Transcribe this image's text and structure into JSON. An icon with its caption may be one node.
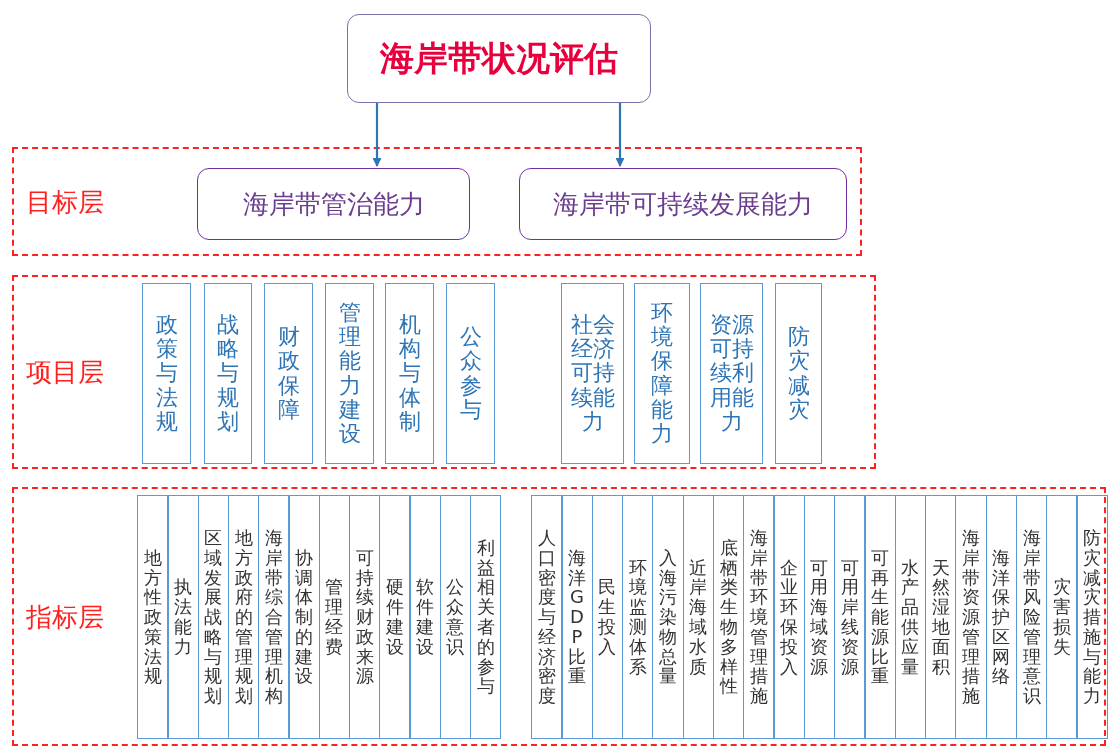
{
  "diagram": {
    "nodes": [
      {
        "text": [
          "海岸带状况评估"
        ]
      },
      {
        "text": [
          "目标层"
        ]
      },
      {
        "text": [
          "海岸带管治能力"
        ],
        "in": 1
      },
      {
        "text": [
          "海岸带可持续发展能力"
        ],
        "in": 1
      },
      {
        "text": [
          "项目层"
        ]
      },
      {
        "text": [
          "政策与法规"
        ],
        "in": 4
      },
      {
        "text": [
          "战略与规划"
        ],
        "in": 4
      },
      {
        "text": [
          "财政保障"
        ],
        "in": 4
      },
      {
        "text": [
          "管理能力建设"
        ],
        "in": 4
      },
      {
        "text": [
          "机构与体制"
        ],
        "in": 4
      },
      {
        "text": [
          "公众参与"
        ],
        "in": 4
      },
      {
        "text": [
          "社会经济可持续能力"
        ],
        "in": 4
      },
      {
        "text": [
          "环境保障能力"
        ],
        "in": 4
      },
      {
        "text": [
          "资源可持续利用能力"
        ],
        "in": 4
      },
      {
        "text": [
          "防灾减灾"
        ],
        "in": 4
      },
      {
        "text": [
          "指标层"
        ]
      },
      {
        "text": [
          "地方性政策法规"
        ],
        "in": 15
      },
      {
        "text": [
          "执法能力"
        ],
        "in": 15
      },
      {
        "text": [
          "区域发展战略与规划"
        ],
        "in": 15
      },
      {
        "text": [
          "地方政府的管理规划"
        ],
        "in": 15
      },
      {
        "text": [
          "海岸带综合管理机构"
        ],
        "in": 15
      },
      {
        "text": [
          "协调体制的建设"
        ],
        "in": 15
      },
      {
        "text": [
          "管理经费"
        ],
        "in": 15
      },
      {
        "text": [
          "可持续财政来源"
        ],
        "in": 15
      },
      {
        "text": [
          "硬件建设"
        ],
        "in": 15
      },
      {
        "text": [
          "软件建设"
        ],
        "in": 15
      },
      {
        "text": [
          "公众意识"
        ],
        "in": 15
      },
      {
        "text": [
          "利益相关者的参与"
        ],
        "in": 15
      },
      {
        "text": [
          "人口密度与经济密度"
        ],
        "in": 15
      },
      {
        "text": [
          "海洋GDP比重"
        ],
        "in": 15
      },
      {
        "text": [
          "民生投入"
        ],
        "in": 15
      },
      {
        "text": [
          "环境监测体系"
        ],
        "in": 15
      },
      {
        "text": [
          "入海污染物总量"
        ],
        "in": 15
      },
      {
        "text": [
          "近岸海域水质"
        ],
        "in": 15
      },
      {
        "text": [
          "底栖类生物多样性"
        ],
        "in": 15
      },
      {
        "text": [
          "海岸带环境管理措施"
        ],
        "in": 15
      },
      {
        "text": [
          "企业环保投入"
        ],
        "in": 15
      },
      {
        "text": [
          "可用海域资源"
        ],
        "in": 15
      },
      {
        "text": [
          "可用岸线资源"
        ],
        "in": 15
      },
      {
        "text": [
          "可再生能源比重"
        ],
        "in": 15
      },
      {
        "text": [
          "水产品供应量"
        ],
        "in": 15
      },
      {
        "text": [
          "天然湿地面积"
        ],
        "in": 15
      },
      {
        "text": [
          "海岸带资源管理措施"
        ],
        "in": 15
      },
      {
        "text": [
          "海洋保护区网络"
        ],
        "in": 15
      },
      {
        "text": [
          "海岸带风险管理意识"
        ],
        "in": 15
      },
      {
        "text": [
          "灾害损失"
        ],
        "in": 15
      },
      {
        "text": [
          "防灾减灾措施与能力"
        ],
        "in": 15
      }
    ],
    "edges": [
      {
        "from": 0,
        "to": 2,
        "arrow": "to"
      },
      {
        "from": 0,
        "to": 3,
        "arrow": "to"
      }
    ]
  }
}
